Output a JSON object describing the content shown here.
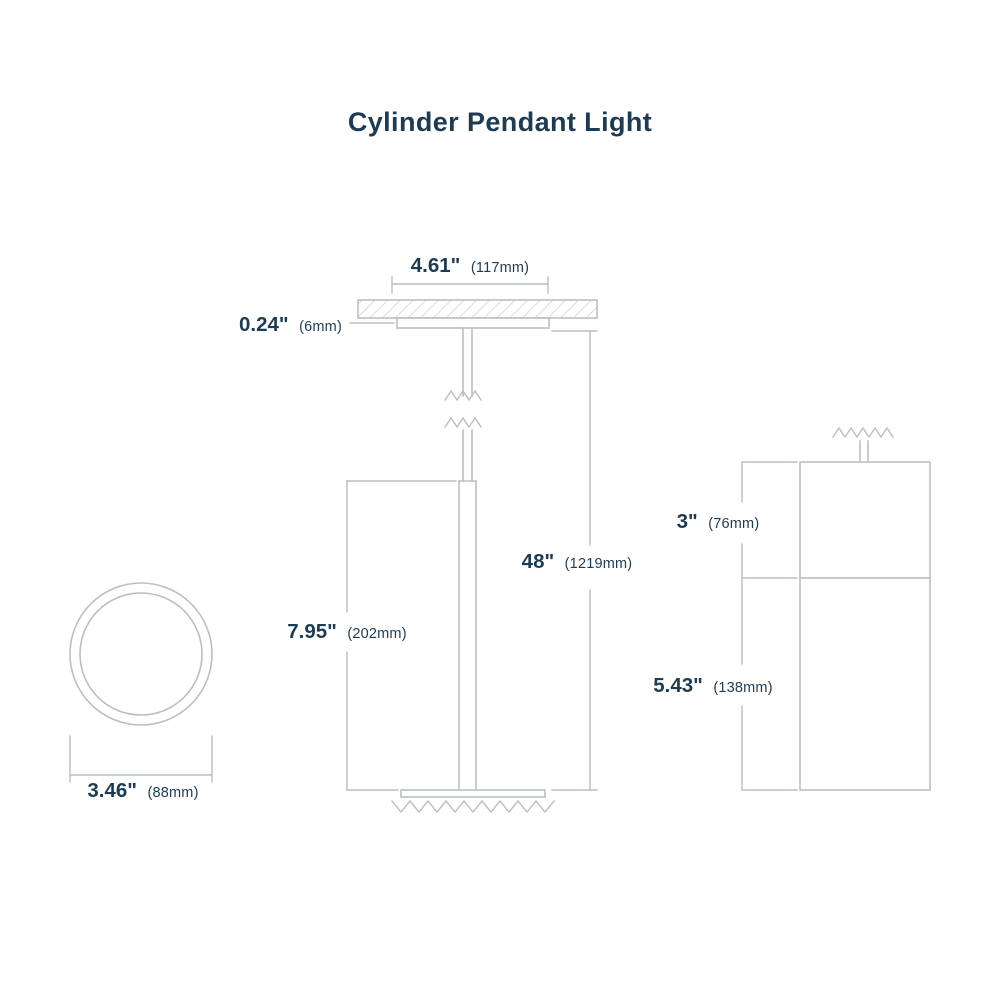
{
  "title": "Cylinder Pendant Light",
  "colors": {
    "line": "#b9bfc5",
    "text": "#1d3b53"
  },
  "side_view": {
    "canopy_width": "4.61\"",
    "canopy_width_mm": "(117mm)",
    "canopy_thickness": "0.24\"",
    "canopy_thickness_mm": "(6mm)",
    "overall_height": "48\"",
    "overall_height_mm": "(1219mm)",
    "body_height": "7.95\"",
    "body_height_mm": "(202mm)"
  },
  "top_view": {
    "diameter": "3.46\"",
    "diameter_mm": "(88mm)"
  },
  "detail_view": {
    "upper_height": "3\"",
    "upper_height_mm": "(76mm)",
    "lower_height": "5.43\"",
    "lower_height_mm": "(138mm)"
  }
}
